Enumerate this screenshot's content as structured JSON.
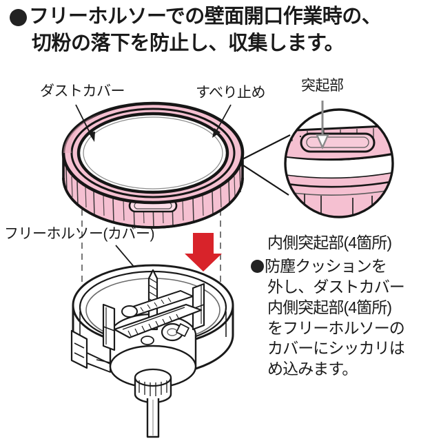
{
  "header": {
    "bullet": "●",
    "line1": "フリーホルソーでの壁面開口作業時の、",
    "line2": "切粉の落下を防止し、収集します。"
  },
  "labels": {
    "dust_cover": "ダストカバー",
    "slip_stop": "すべり止め",
    "protrusion": "突起部",
    "free_holesaw_cover": "フリーホルソー(カバー)"
  },
  "instruction": {
    "heading": "内側突起部(4箇所)",
    "bullet": "●",
    "lines": [
      "防塵クッションを",
      "外し、ダストカバー",
      "内側突起部(4箇所)",
      "をフリーホルソーの",
      "カバーにシッカリは",
      "め込みます。"
    ]
  },
  "colors": {
    "pink": "#f5c0d1",
    "pink_dark": "#eaa9be",
    "pink_light": "#fbdde7",
    "red_arrow": "#d8232a",
    "ink": "#1a1a1a",
    "line": "#3a3a3a",
    "background": "#ffffff"
  },
  "figure": {
    "dust_cover_view": "exploded-ring-top",
    "holesaw_view": "cup-cutter-bottom",
    "magnifier_view": "protrusion-detail-circle",
    "arrow_direction": "down",
    "alignment_guides": 2
  }
}
